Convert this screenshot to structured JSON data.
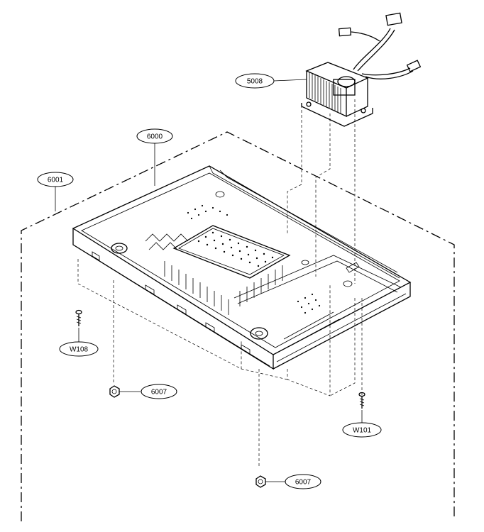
{
  "callouts": [
    {
      "id": "transformer",
      "label": "5008"
    },
    {
      "id": "base-plate",
      "label": "6000"
    },
    {
      "id": "assembly",
      "label": "6001"
    },
    {
      "id": "screw-left",
      "label": "W108"
    },
    {
      "id": "nut-left",
      "label": "6007"
    },
    {
      "id": "screw-right",
      "label": "W101"
    },
    {
      "id": "nut-bottom",
      "label": "6007"
    }
  ]
}
